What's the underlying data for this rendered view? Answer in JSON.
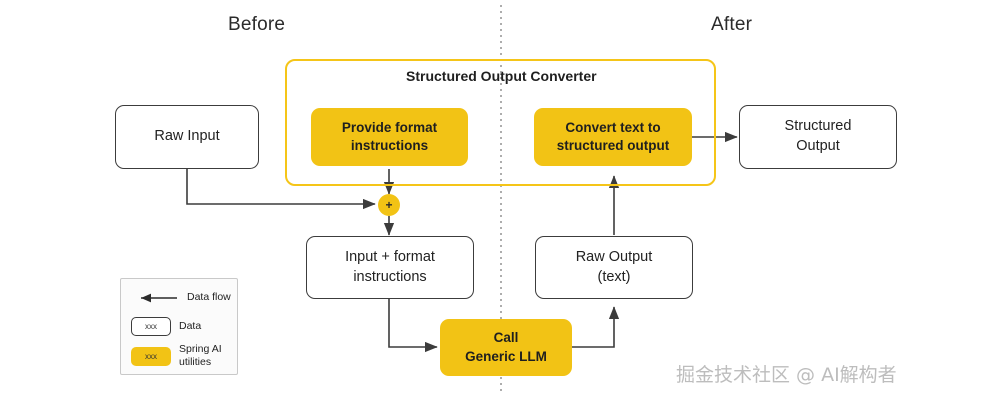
{
  "diagram": {
    "title_left": "Before",
    "title_right": "After",
    "divider": "vertical-dotted-divider",
    "colors": {
      "accent_yellow": "#F2C315",
      "container_border": "#F5C518",
      "node_border": "#3c3c3c",
      "text": "#222222",
      "watermark": "#bdbdbd"
    }
  },
  "converter": {
    "title": "Structured Output Converter",
    "steps": [
      {
        "label": "Provide format instructions",
        "line1": "Provide format",
        "line2": "instructions"
      },
      {
        "label": "Convert text to structured  output",
        "line1": "Convert text to",
        "line2": "structured  output"
      }
    ]
  },
  "nodes": [
    {
      "id": "raw-input",
      "line1": "Raw Input",
      "line2": "",
      "kind": "data"
    },
    {
      "id": "structured-output",
      "line1": "Structured",
      "line2": "Output",
      "kind": "data"
    },
    {
      "id": "input-plus-format",
      "line1": "Input + format",
      "line2": "instructions",
      "kind": "data"
    },
    {
      "id": "raw-output",
      "line1": "Raw Output",
      "line2": "(text)",
      "kind": "data"
    },
    {
      "id": "call-generic-llm",
      "line1": "Call",
      "line2": "Generic LLM",
      "kind": "utility"
    }
  ],
  "merge_node": {
    "symbol": "+",
    "name": "merge-plus-node"
  },
  "legend": {
    "rows": [
      {
        "icon": "arrow-left-icon",
        "label": "Data flow",
        "swatch_text": ""
      },
      {
        "icon": "white-box-icon",
        "label": "Data",
        "swatch_text": "xxx"
      },
      {
        "icon": "yellow-box-icon",
        "label_line1": "Spring AI",
        "label_line2": "utilities",
        "swatch_text": "xxx"
      }
    ]
  },
  "watermark": {
    "text": "掘金技术社区 @ AI解构者"
  }
}
